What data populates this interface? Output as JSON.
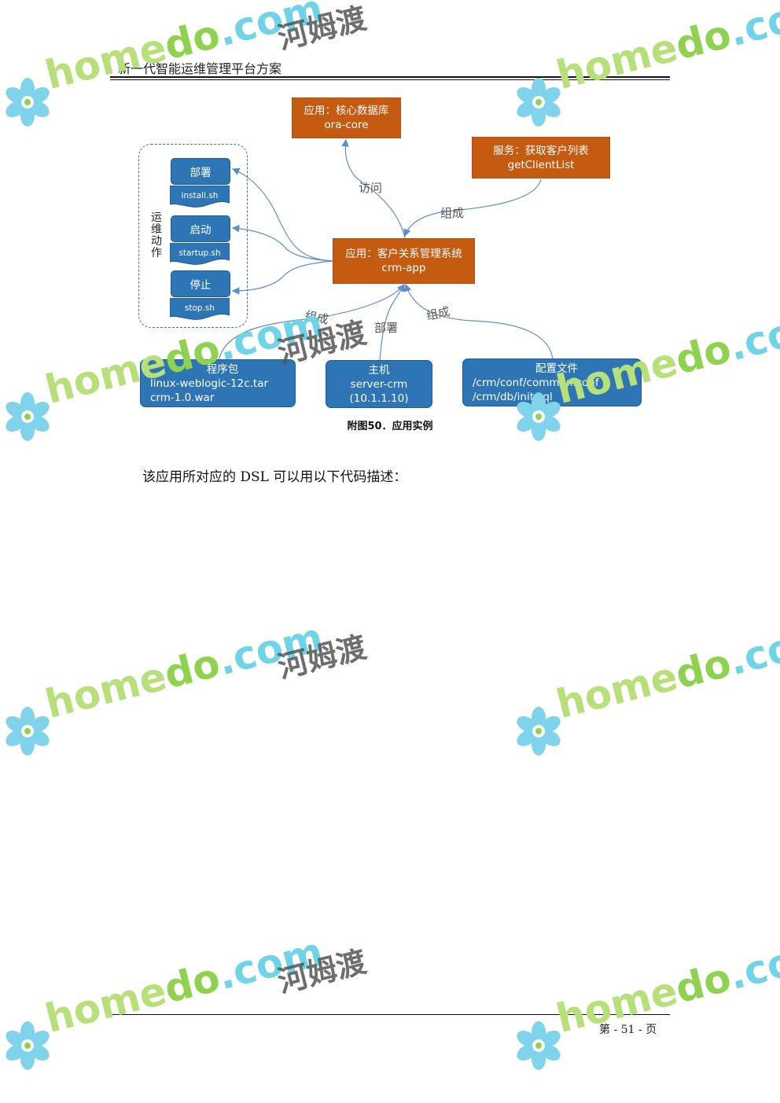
{
  "header": {
    "title": "新一代智能运维管理平台方案"
  },
  "diagram": {
    "core_db": {
      "line1": "应用：核心数据库",
      "line2": "ora-core"
    },
    "service": {
      "line1": "服务：获取客户列表",
      "line2": "getClientList"
    },
    "crm_app": {
      "line1": "应用：客户关系管理系统",
      "line2": "crm-app"
    },
    "ops": {
      "title": "运维动作",
      "actions": [
        {
          "label": "部署",
          "script": "install.sh"
        },
        {
          "label": "启动",
          "script": "startup.sh"
        },
        {
          "label": "停止",
          "script": "stop.sh"
        }
      ]
    },
    "package": {
      "title": "程序包",
      "line1": "linux-weblogic-12c.tar",
      "line2": "crm-1.0.war"
    },
    "host": {
      "title": "主机",
      "line1": "server-crm",
      "line2": "(10.1.1.10)"
    },
    "config": {
      "title": "配置文件",
      "line1": "/crm/conf/common.conf",
      "line2": "/crm/db/init.sql"
    },
    "edges": {
      "access": "访问",
      "compose_service": "组成",
      "compose_package": "组成",
      "deploy_host": "部署",
      "compose_config": "组成"
    },
    "caption": "附图50．应用实例"
  },
  "body": {
    "text": "该应用所对应的 DSL 可以用以下代码描述："
  },
  "footer": {
    "page": "第 - 51 - 页"
  },
  "watermark": {
    "brand_a": "home",
    "brand_b": "do",
    "brand_c": ".com",
    "cn": "河姆渡"
  },
  "colors": {
    "orange": "#c55a11",
    "blue": "#2e75b6",
    "arrow": "#5b8fc9"
  }
}
